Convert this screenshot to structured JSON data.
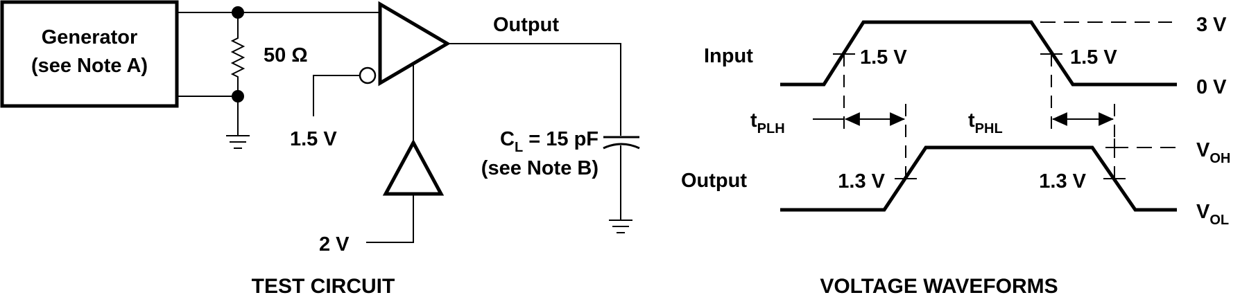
{
  "circuit": {
    "generator_line1": "Generator",
    "generator_line2": "(see Note A)",
    "resistor_label": "50 Ω",
    "enable_voltage": "1.5 V",
    "output_label": "Output",
    "cap_label_prefix": "C",
    "cap_label_sub": "L",
    "cap_label_suffix": " = 15 pF",
    "cap_note": "(see Note B)",
    "supply_voltage": "2 V",
    "title": "TEST CIRCUIT"
  },
  "waveforms": {
    "input_label": "Input",
    "output_label": "Output",
    "input_threshold_rise": "1.5 V",
    "input_threshold_fall": "1.5 V",
    "output_threshold_rise": "1.3 V",
    "output_threshold_fall": "1.3 V",
    "level_high_input": "3 V",
    "level_low_input": "0 V",
    "voh_main": "V",
    "voh_sub": "OH",
    "vol_main": "V",
    "vol_sub": "OL",
    "tplh_main": "t",
    "tplh_sub": "PLH",
    "tphl_main": "t",
    "tphl_sub": "PHL",
    "title": "VOLTAGE WAVEFORMS"
  }
}
